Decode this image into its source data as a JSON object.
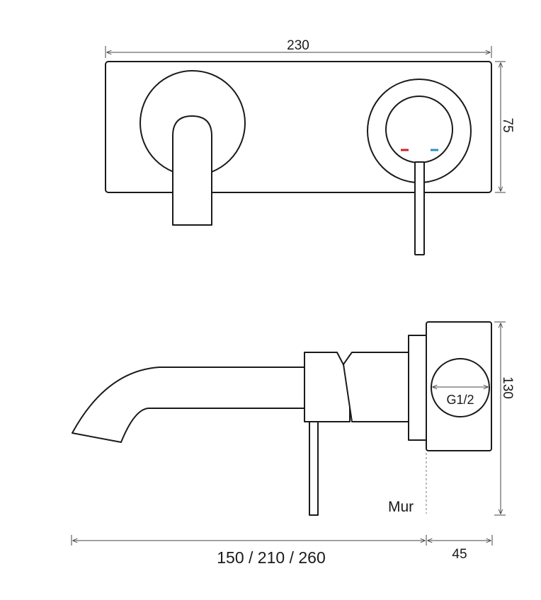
{
  "dimensions": {
    "plate_width": "230",
    "plate_height": "75",
    "body_height": "130",
    "spout_length": "150 / 210 / 260",
    "body_depth": "45"
  },
  "labels": {
    "thread": "G1/2",
    "wall": "Mur"
  },
  "colors": {
    "line": "#1a1a1a",
    "hot_marker": "#d0202a",
    "cold_marker": "#2a8fc8"
  }
}
